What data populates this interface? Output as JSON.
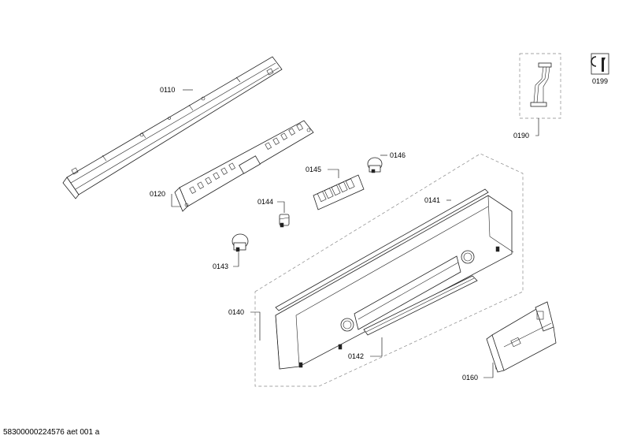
{
  "labels": {
    "p0110": "0110",
    "p0120": "0120",
    "p0140": "0140",
    "p0141": "0141",
    "p0142": "0142",
    "p0143": "0143",
    "p0144": "0144",
    "p0145": "0145",
    "p0146": "0146",
    "p0160": "0160",
    "p0190": "0190",
    "p0199": "0199"
  },
  "footer": "58300000224576 aet 001 a",
  "icons": {
    "service": "wrench-icon"
  }
}
